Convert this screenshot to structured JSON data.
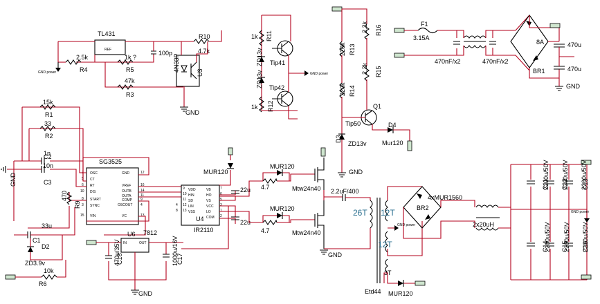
{
  "tl431": {
    "name": "TL431",
    "ref": "REF"
  },
  "r4": {
    "ref": "R4",
    "value": "2.5k"
  },
  "r5": {
    "ref": "R5",
    "value": "1k ?"
  },
  "r3": {
    "ref": "R3",
    "value": "47k"
  },
  "r10": {
    "ref": "R10",
    "value": "4.7k"
  },
  "opto": {
    "ref": "U3",
    "name": "4N33P"
  },
  "cap_100p": "100p",
  "gnd_power": "GND power",
  "gnd": "GND",
  "r11": {
    "ref": "R11",
    "value": "1k"
  },
  "r12": {
    "ref": "R12",
    "value": "1k"
  },
  "zd_top": "ZD13v",
  "zd_mid": "ZD13v",
  "zd_d3": "ZD13v",
  "tip41": "Tip41",
  "tip42": "Tip42",
  "r13": {
    "ref": "R13",
    "value": "220k"
  },
  "r14": {
    "ref": "R14",
    "value": "220k"
  },
  "r16": {
    "ref": "R16",
    "value": "2.2k"
  },
  "r15": {
    "ref": "R15",
    "value": "2.2k"
  },
  "q1": {
    "ref": "Q1",
    "name": "Tip50"
  },
  "d3": "D3",
  "d4": {
    "ref": "D4",
    "name": "Mur120"
  },
  "fuse": {
    "ref": "F1",
    "value": "3.15A"
  },
  "filter_caps_left": "470nF/x2",
  "filter_caps_right": "470nF/x2",
  "bridge1": {
    "ref": "BR1",
    "rating": "8A"
  },
  "bulk_cap_top": "470u",
  "bulk_cap_bottom": "470u",
  "sg3525": {
    "name": "SG3525",
    "pins_left": [
      "OSC",
      "CT",
      "RT",
      "DIS",
      "START",
      "SYNC",
      "VIN"
    ],
    "pins_right": [
      "GND",
      "VREF",
      "OUTB",
      "OUTA",
      "COMP",
      "OSCOUT",
      "VC"
    ],
    "pin_numbers_left": [
      "7",
      "5",
      "6",
      "10",
      "8",
      "3",
      "15"
    ],
    "pin_numbers_right": [
      "12",
      "16",
      "14",
      "11",
      "9",
      "4",
      "13"
    ]
  },
  "r1": {
    "ref": "R1",
    "value": "15k"
  },
  "r2": {
    "ref": "R2",
    "value": "33"
  },
  "c2": {
    "ref": "C2",
    "value": "1n"
  },
  "c3": {
    "ref": "C3",
    "value": "10n"
  },
  "r9": {
    "ref": "R9",
    "value": "470"
  },
  "c1": {
    "ref": "C1",
    "value": "33u"
  },
  "d2": {
    "ref": "D2",
    "name": "ZD3.9v"
  },
  "r6": {
    "ref": "R6",
    "value": "10k"
  },
  "u6": {
    "ref": "U6",
    "name": "7812",
    "in": "IN",
    "out": "OUT"
  },
  "c18": {
    "ref": "C18",
    "value": "470u/35V"
  },
  "c17": {
    "ref": "C17",
    "value": "1000u/16V"
  },
  "ir2110": {
    "name": "IR2110",
    "ref": "U4",
    "pins_left": [
      "VDD",
      "HIN",
      "SD",
      "LIN",
      "VSS"
    ],
    "pins_right": [
      "VB",
      "HO",
      "VS",
      "VCC",
      "LO",
      "COM"
    ],
    "pin_numbers": [
      "9",
      "10",
      "11",
      "12",
      "13",
      "7",
      "6",
      "5",
      "3",
      "1",
      "2",
      "4",
      "8"
    ]
  },
  "mur_boot": "MUR120",
  "mur_hi": "MUR120",
  "mur_lo": "MUR120",
  "cap_boot": "22u",
  "cap_vcc": "22u",
  "r_gate_hi": "4.7",
  "r_gate_lo": "4.7",
  "mosfet_hi": "Mtw24n40",
  "mosfet_lo": "Mtw24n40",
  "cap_series": "2.2uF/400",
  "transformer": {
    "name": "Etd44",
    "primary": "26T",
    "sec1": "12T",
    "sec2": "12T",
    "aux": "3T"
  },
  "bridge2": {
    "ref": "BR2",
    "name": "4xMUR1560"
  },
  "inductor": "2x20uH",
  "out_caps": [
    {
      "ref": "C11",
      "value": "2200u/50V"
    },
    {
      "ref": "C12",
      "value": "2200u/50V"
    },
    {
      "ref": "C13",
      "value": "2200u/50V"
    },
    {
      "ref": "C14",
      "value": "2200u/50V"
    },
    {
      "ref": "C15",
      "value": "2200u/50V"
    },
    {
      "ref": "C16",
      "value": "2200u/50V"
    }
  ],
  "mur_aux": "MUR120"
}
